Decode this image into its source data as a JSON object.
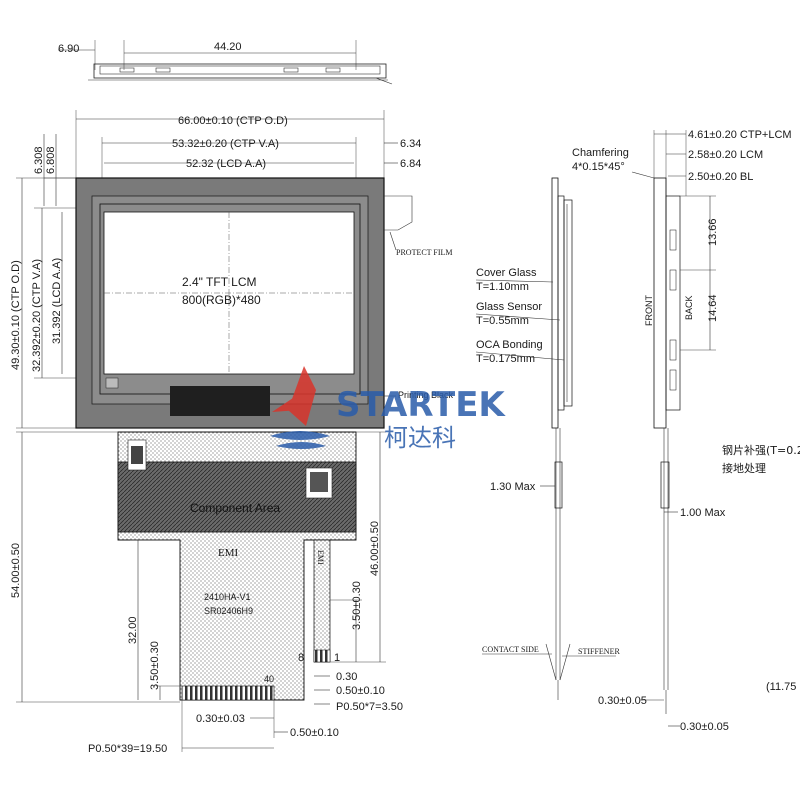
{
  "top_view": {
    "thickness_left": "6.90",
    "width_top": "44.20"
  },
  "front_view": {
    "width_ctp_od": "66.00±0.10 (CTP O.D)",
    "width_ctp_va": "53.32±0.20 (CTP V.A)",
    "width_lcd_aa": "52.32 (LCD A.A)",
    "right_offset_1": "6.34",
    "right_offset_2": "6.84",
    "top_offset_1": "6.308",
    "top_offset_2": "6.808",
    "height_ctp_od": "49.30±0.10 (CTP O.D)",
    "height_ctp_va": "32.392±0.20 (CTP V.A)",
    "height_lcd_aa": "31.392 (LCD A.A)",
    "panel_title": "2.4\" TFT LCM",
    "panel_resolution": "800(RGB)*480",
    "protect_film": "PROTECT FILM",
    "printing_black": "Printing Black",
    "component_area": "Component Area",
    "emi_label": "EMI",
    "emi_label_2": "EMI",
    "fpc_code_1": "2410HA-V1",
    "fpc_code_2": "SR02406H9",
    "total_height": "54.00±0.50",
    "fpc_height_46": "46.00±0.50",
    "fpc_height_32": "32.00",
    "stiffener_left": "3.50±0.30",
    "stiffener_right": "3.50±0.30",
    "pin_8": "8",
    "pin_1": "1",
    "pin_40": "40",
    "dim_030": "0.30",
    "dim_050_010_a": "0.50±0.10",
    "pitch_small": "P0.50*7=3.50",
    "dim_030_003": "0.30±0.03",
    "dim_050_010_b": "0.50±0.10",
    "pitch_main": "P0.50*39=19.50"
  },
  "logo": {
    "brand": "STARTEK",
    "brand_cn": "柯达科"
  },
  "side_view": {
    "chamfering": "Chamfering",
    "chamfer_spec": "4*0.15*45°",
    "cover_glass": "Cover Glass",
    "cover_glass_t": "T=1.10mm",
    "glass_sensor": "Glass Sensor",
    "glass_sensor_t": "T=0.55mm",
    "oca_bonding": "OCA Bonding",
    "oca_bonding_t": "T=0.175mm",
    "max_130": "1.30 Max",
    "contact_side": "CONTACT SIDE",
    "stiffener": "STIFFENER",
    "dim_030_005": "0.30±0.05"
  },
  "right_view": {
    "t_ctp_lcm": "4.61±0.20 CTP+LCM",
    "t_lcm": "2.58±0.20 LCM",
    "t_bl": "2.50±0.20 BL",
    "dim_1366": "13.66",
    "dim_1464": "14.64",
    "front": "FRONT",
    "back": "BACK",
    "max_100": "1.00 Max",
    "dim_030_005": "0.30±0.05",
    "steel_note": "钢片补强(T=0.2",
    "ground_note": "接地处理",
    "partial": "(11.75"
  }
}
